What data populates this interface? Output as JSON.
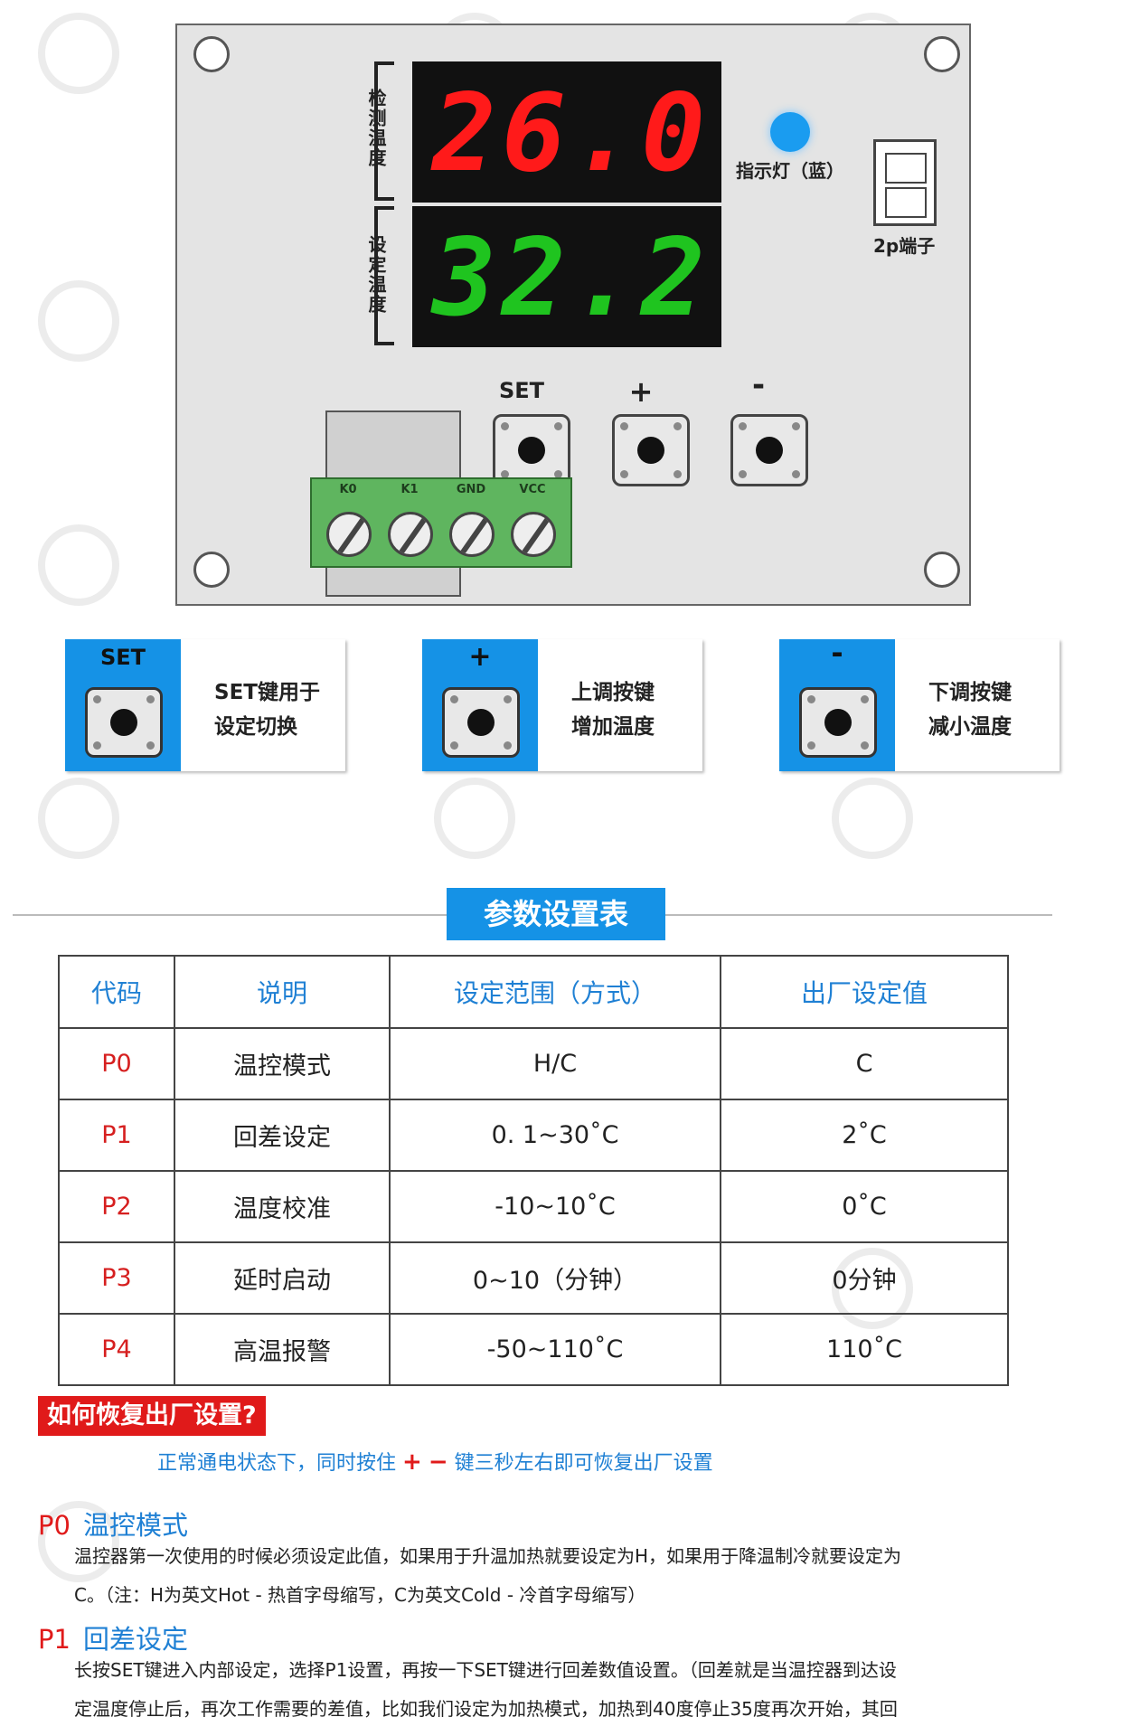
{
  "board": {
    "measured_label": "检测温度",
    "set_label": "设定温度",
    "measured_value": "26.0",
    "set_value": "32.2",
    "indicator_label": "指示灯（蓝）",
    "port_label": "2p端子",
    "buttons": [
      "SET",
      "+",
      "-"
    ],
    "terminals": [
      "K0",
      "K1",
      "GND",
      "VCC"
    ],
    "colors": {
      "measured": "#ff1a1a",
      "set": "#1fc41f",
      "indicator": "#1a9cf0"
    }
  },
  "keys": [
    {
      "symbol": "SET",
      "line1": "SET键用于",
      "line2": "设定切换"
    },
    {
      "symbol": "+",
      "line1": "上调按键",
      "line2": "增加温度"
    },
    {
      "symbol": "-",
      "line1": "下调按键",
      "line2": "减小温度"
    }
  ],
  "params": {
    "title": "参数设置表",
    "headers": [
      "代码",
      "说明",
      "设定范围（方式）",
      "出厂设定值"
    ],
    "rows": [
      [
        "P0",
        "温控模式",
        "H/C",
        "C"
      ],
      [
        "P1",
        "回差设定",
        "0. 1~30˚C",
        "2˚C"
      ],
      [
        "P2",
        "温度校准",
        "-10~10˚C",
        "0˚C"
      ],
      [
        "P3",
        "延时启动",
        "0~10（分钟）",
        "0分钟"
      ],
      [
        "P4",
        "高温报警",
        "-50~110˚C",
        "110˚C"
      ]
    ]
  },
  "restore": {
    "title": "如何恢复出厂设置?",
    "text_a": "正常通电状态下，同时按住",
    "plus": "+",
    "minus": "−",
    "text_b": "键三秒左右即可恢复出厂设置"
  },
  "sections": [
    {
      "code": "P0",
      "title": "温控模式",
      "lines": [
        "温控器第一次使用的时候必须设定此值，如果用于升温加热就要设定为H，如果用于降温制冷就要设定为",
        "C。（注：H为英文Hot - 热首字母缩写，C为英文Cold - 冷首字母缩写）"
      ]
    },
    {
      "code": "P1",
      "title": "回差设定",
      "lines": [
        "长按SET键进入内部设定，选择P1设置，再按一下SET键进行回差数值设置。（回差就是当温控器到达设",
        "定温度停止后，再次工作需要的差值，比如我们设定为加热模式，加热到40度停止35度再次开始，其回"
      ]
    }
  ]
}
